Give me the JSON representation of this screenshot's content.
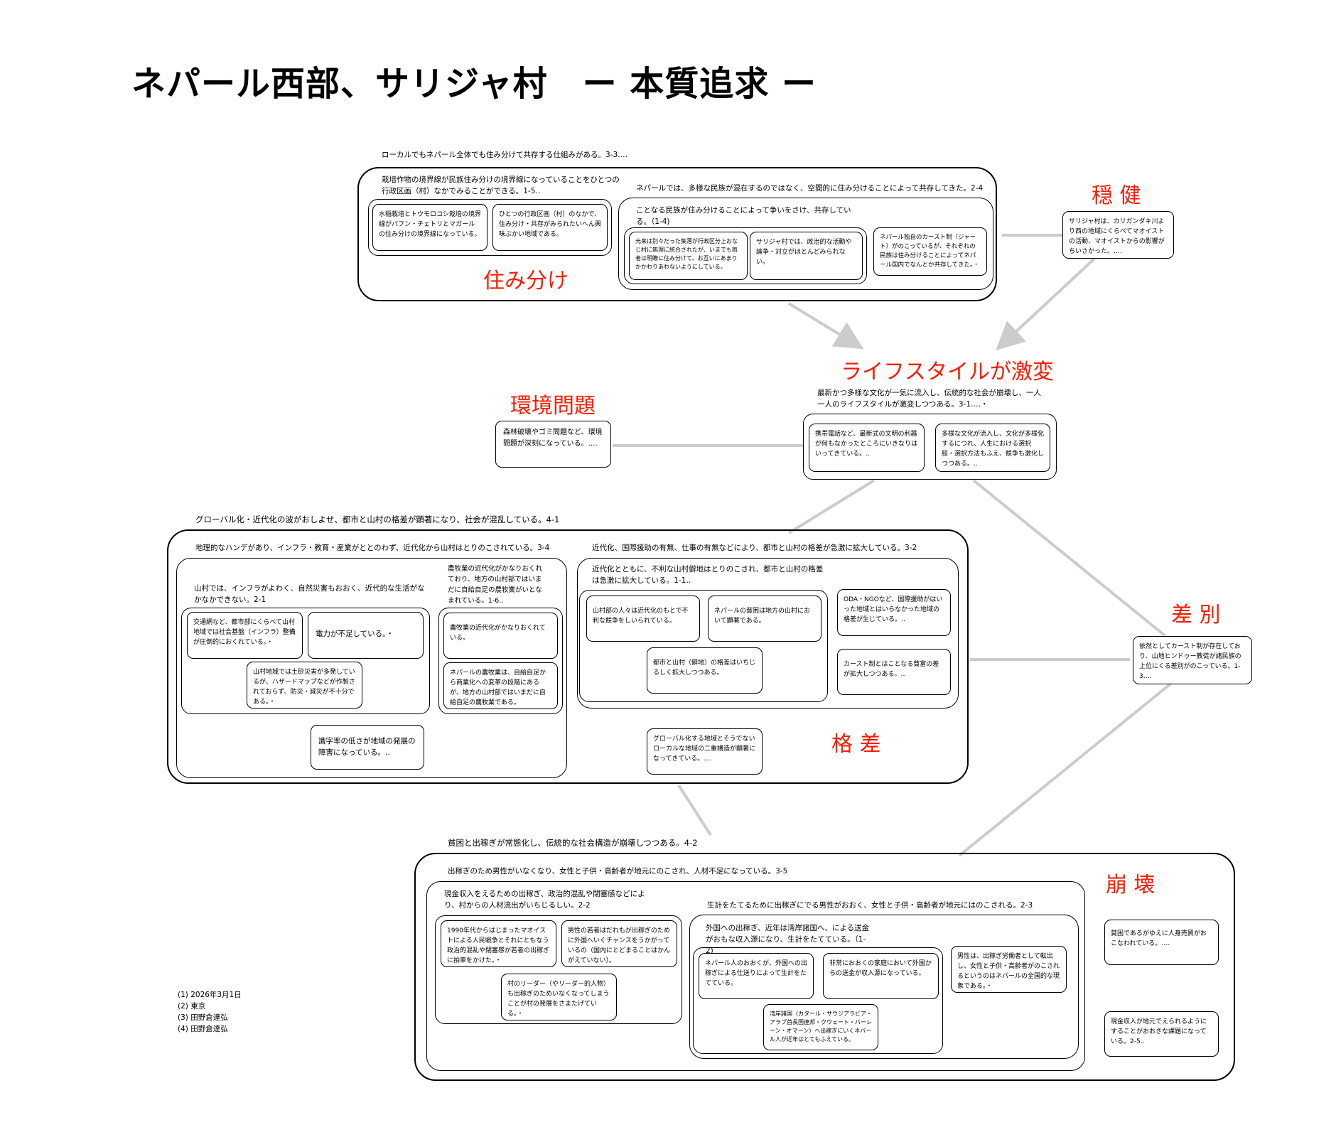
{
  "title": "ネパール西部、サリジャ村　ー 本質追求 ー",
  "categories": {
    "sumiwake": "住み分け",
    "onken": "穏 健",
    "lifestyle": "ライフスタイルが激変",
    "kankyo": "環境問題",
    "sabetsu": "差 別",
    "kakusa": "格 差",
    "houkai": "崩 壊"
  },
  "sumiwake_group": {
    "top": "ローカルでもネパール全体でも住み分けて共存する仕組みがある。3-3‥‥",
    "left_label": "栽培作物の境界線が民族住み分けの境界線になっていることをひとつの行政区画（村）なかでみることができる。1-5‥",
    "left_card1": "水稲栽培とトウモロコシ栽培の境界線がバフン・チェトリとマガールの住み分けの境界線になっている。",
    "left_card2": "ひとつの行政区画（村）のなかで、住み分け・共存がみられたいへん興味ぶかい地域である。",
    "right_label": "ネパールでは、多様な民族が混在するのではなく、空間的に住み分けることによって共存してきた。2-4",
    "inner_label": "ことなる民族が住み分けることによって争いをさけ、共存している。（1-4)",
    "inner_card1": "元来は別々だった集落が行政区分上おなじ村に無理に統合されたが、いまでも両者は明瞭に住み分けて、お互いにあまりかかわりあわないようにしている。",
    "inner_card2": "サリジャ村では、政治的な活動や論争・対立がほとんどみられない。",
    "right_card": "ネパール独自のカースト制（ジャート）がのこっているが、それぞれの民族は住み分けることによってネパール国内でなんとか共存してきた。・"
  },
  "onken_card": "サリジャ村は、カリガンダキ川より西の地域にくらべてマオイストの活動、マオイストからの影響がちいさかった。‥‥",
  "lifestyle": {
    "label": "最新かつ多様な文化が一気に流入し、伝統的な社会が崩壊し、一人一人のライフスタイルが激変しつつある。3-1‥‥・",
    "card1": "携帯電話など、最新式の文明の利器が何もなかったところにいきなりはいってきている。‥",
    "card2": "多様な文化が流入し、文化が多様化するにつれ、人生における選択肢・選択方法もふえ、競争も激化しつつある。‥"
  },
  "kankyo_card": "森林破壊やゴミ問題など、環境問題が深刻になっている。‥‥",
  "sabetsu_card": "依然としてカースト制が存在しており、山地ヒンドゥー教徒が諸民族の上位にくる差別がのこっている。1-3‥‥",
  "kakusa_group": {
    "top": "グローバル化・近代化の波がおしよせ、都市と山村の格差が顕著になり、社会が混乱している。4-1",
    "left_label": "地理的なハンデがあり、インフラ・教育・産業がととのわず、近代化から山村はとりのこされている。3-4",
    "infra_label": "山村では、インフラがよわく、自然災害もおおく、近代的な生活がなかなかできない。2-1",
    "infra_card1": "交通網など、都市部にくらべて山村地域では社会基盤（インフラ）整備が圧倒的におくれている。・",
    "infra_card2": "電力が不足している。・",
    "infra_card3": "山村地域では土砂災害が多発しているが、ハザードマップなどが作製されておらず、防災・減災が不十分である。・",
    "agri_label": "農牧業の近代化がかなりおくれており、地方の山村部ではいまだに自給自足の農牧業がいとなまれている。1-6‥",
    "agri_card1": "農牧業の近代化がかなりおくれている。",
    "agri_card2": "ネパールの農牧業は、自給自足から商業化への変革の段階にあるが、地方の山村部ではいまだに自給自足の農牧業である。",
    "literacy_card": "識字率の低さが地域の発展の障害になっている。‥",
    "right_label": "近代化、国際援助の有無、仕事の有無などにより、都市と山村の格差が急激に拡大している。3-2",
    "modern_label": "近代化とともに、不利な山村僻地はとりのこされ、都市と山村の格差は急激に拡大している。1-1‥",
    "modern_card1": "山村部の人々は近代化のもとで不利な競争をしいられている。",
    "modern_card2": "ネパールの貧困は地方の山村において顕著である。",
    "modern_card3": "都市と山村（僻地）の格差はいちじるしく拡大しつつある。",
    "ngo_card": "ODA・NGOなど、国際援助がはいった地域とはいらなかった地域の格差が生じている。‥",
    "caste_card": "カースト制とはことなる貧富の差が拡大しつつある。‥",
    "global_card": "グローバル化する地域とそうでないローカルな地域の二重構造が顕著になってきている。‥‥"
  },
  "houkai_group": {
    "top": "貧困と出稼ぎが常態化し、伝統的な社会構造が崩壊しつつある。4-2",
    "inner_label": "出稼ぎのため男性がいなくなり、女性と子供・高齢者が地元にのこされ、人材不足になっている。3-5",
    "left_label": "現金収入をえるための出稼ぎ、政治的混乱や閉塞感などにより、村からの人材流出がいちじるしい。2-2",
    "left_card1": "1990年代からはじまったマオイストによる人民戦争とそれにともなう政治的混乱や閉塞感が若者の出稼ぎに拍車をかけた。・",
    "left_card2": "男性の若者はだれもが出稼ぎのために外国へいくチャンスをうかがっているの（国内にとどまることはかんがえていない）。",
    "left_card3": "村のリーダー（やリーダー的人物）も出稼ぎのためいなくなってしまうことが村の発展をさまたげている。・",
    "right_label": "生計をたてるために出稼ぎにでる男性がおおく、女性と子供・高齢者が地元にはのこされる。2-3",
    "abroad_label": "外国への出稼ぎ、近年は湾岸諸国へ、による送金がおもな収入源になり、生計をたてている。（1-2)",
    "abroad_card1": "ネパール人のおおくが、外国への出稼ぎによる仕送りによって生計をたてている。",
    "abroad_card2": "非常におおくの家庭において外国からの送金が収入源になっている。",
    "abroad_card3": "湾岸諸国（カタール・サウジアラビア・アラブ首長国連邦・クウェート・バーレーン・オマーン）へ出稼ぎにいくネパール人が近年はとてもふえている。",
    "men_card": "男性は、出稼ぎ労働者として転出し、女性と子供・高齢者がのこされるというのはネパールの全国的な現象である。・",
    "poverty_card": "貧困であるがゆえに人身売買がおこなわれている。‥‥",
    "cash_card": "現金収入が地元でえられるようにすることがおおきな課題になっている。2-5‥"
  },
  "notes": [
    "(1)  2026年3月1日",
    "(2)  東京",
    "(3)  田野倉達弘",
    "(4)  田野倉達弘"
  ],
  "colors": {
    "accent": "#ff1a00",
    "connector": "#cccccc",
    "border": "#000000"
  }
}
